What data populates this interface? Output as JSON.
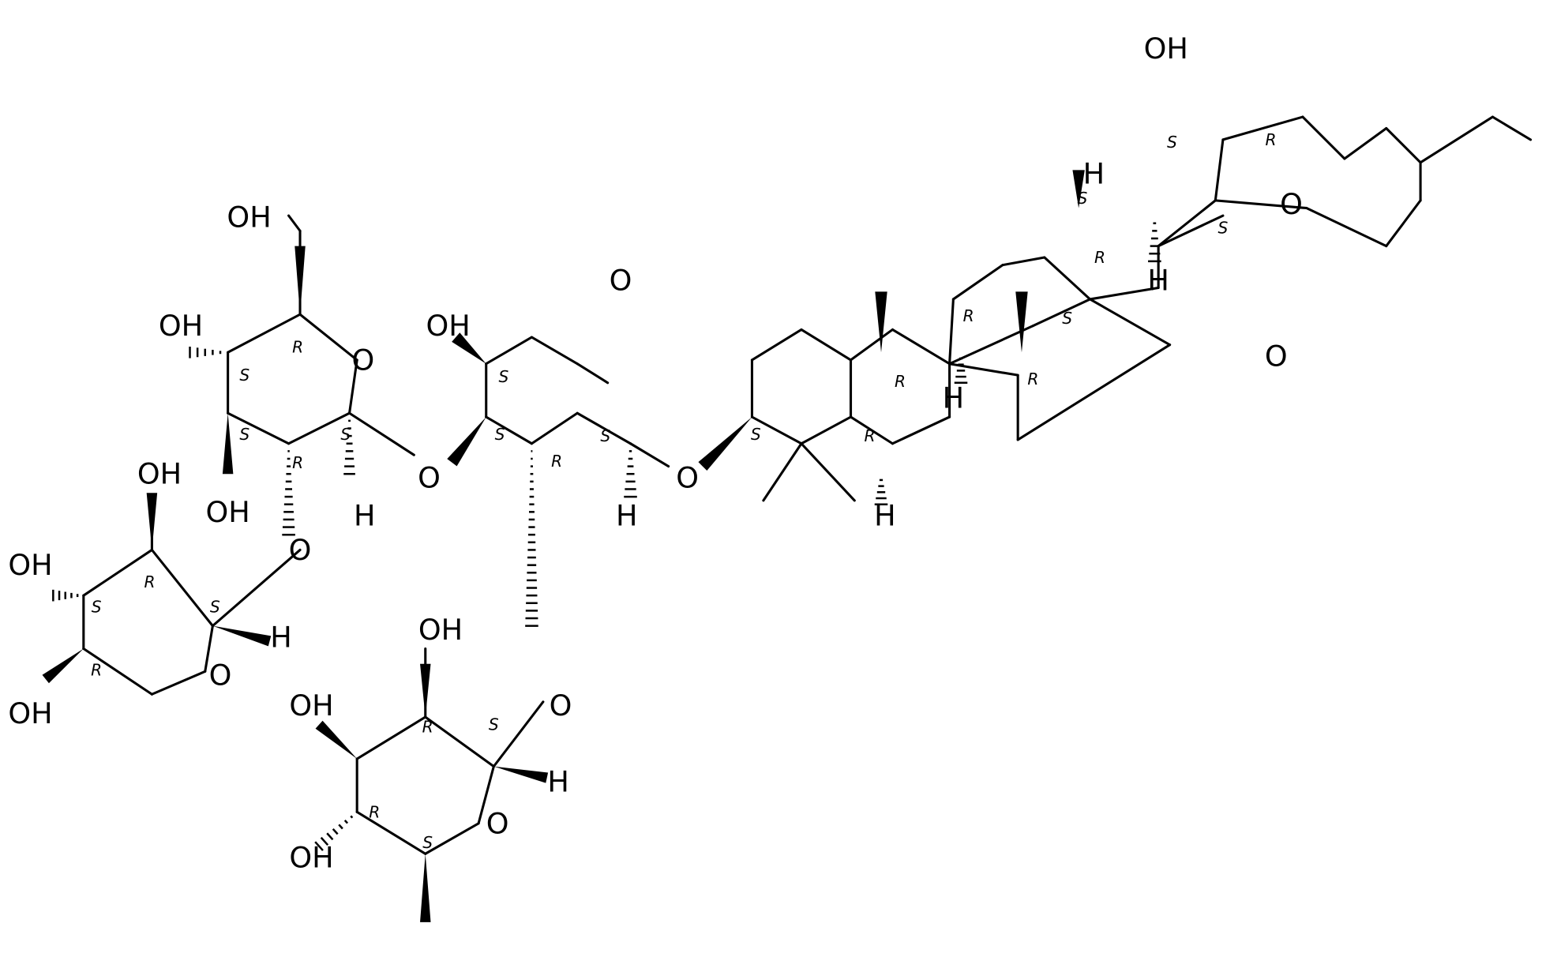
{
  "atoms": {
    "O": "O",
    "OH": "OH",
    "H": "H"
  },
  "stereo": {
    "R": "R",
    "S": "S"
  },
  "colors": {
    "ink": "#000000",
    "background": "#ffffff"
  }
}
